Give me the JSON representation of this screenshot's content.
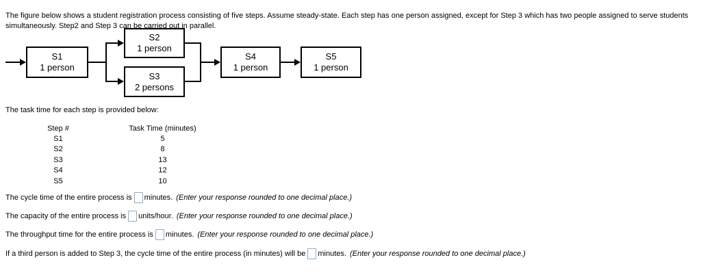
{
  "intro": {
    "text": "The figure below shows a student registration process consisting of five steps. Assume steady-state. Each step has one person assigned, except for Step 3 which has two people assigned to serve students simultaneously. Step2 and Step 3 can be carried out in parallel."
  },
  "diagram": {
    "steps": [
      {
        "name": "S1",
        "staff": "1 person"
      },
      {
        "name": "S2",
        "staff": "1 person"
      },
      {
        "name": "S3",
        "staff": "2 persons"
      },
      {
        "name": "S4",
        "staff": "1 person"
      },
      {
        "name": "S5",
        "staff": "1 person"
      }
    ]
  },
  "task_time_note": "The task time for each step is provided below:",
  "table": {
    "headers": [
      "Step #",
      "Task Time (minutes)"
    ],
    "rows": [
      {
        "step": "S1",
        "time": "5"
      },
      {
        "step": "S2",
        "time": "8"
      },
      {
        "step": "S3",
        "time": "13"
      },
      {
        "step": "S4",
        "time": "12"
      },
      {
        "step": "S5",
        "time": "10"
      }
    ]
  },
  "questions": [
    {
      "prefix": "The cycle time of the entire process is",
      "value": "",
      "suffix": "minutes.",
      "instruction": "(Enter your response rounded to one decimal place.)"
    },
    {
      "prefix": "The capacity of the entire process is",
      "value": "",
      "suffix": "units/hour.",
      "instruction": "(Enter your response rounded to one decimal place.)"
    },
    {
      "prefix": "The throughput time for the entire process is",
      "value": "",
      "suffix": "minutes.",
      "instruction": "(Enter your response rounded to one decimal place.)"
    },
    {
      "prefix": "If a third person is added to Step 3, the cycle time of the entire process (in minutes) will be",
      "value": "",
      "suffix": "minutes.",
      "instruction": "(Enter your response rounded to one decimal place.)"
    }
  ],
  "colors": {
    "line": "#000000",
    "input_border": "#92aac8",
    "text": "#000000",
    "background": "#ffffff"
  }
}
